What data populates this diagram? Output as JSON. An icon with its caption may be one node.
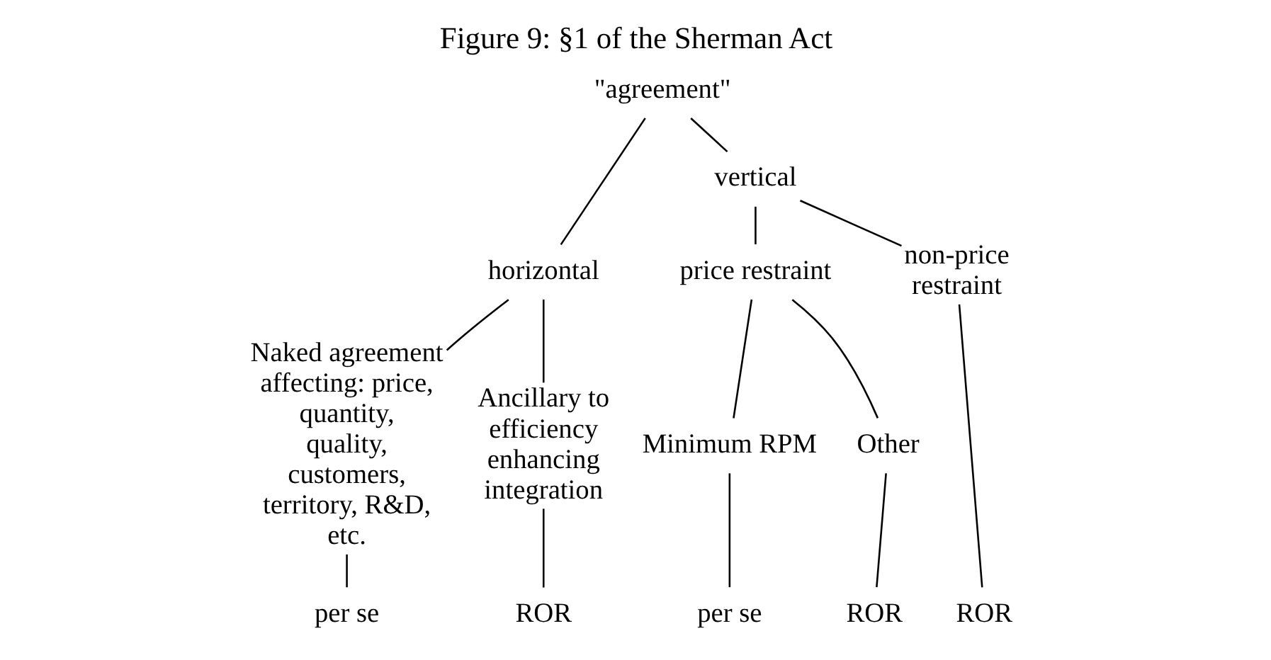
{
  "diagram": {
    "title": "Figure 9: §1 of the Sherman Act",
    "nodes": [
      {
        "text": [
          "\"agreement\""
        ]
      },
      {
        "text": [
          "horizontal"
        ]
      },
      {
        "text": [
          "vertical"
        ]
      },
      {
        "text": [
          "Naked agreement affecting: price, quantity, quality, customers, territory, R&D, etc."
        ]
      },
      {
        "text": [
          "Ancillary to efficiency enhancing integration"
        ]
      },
      {
        "text": [
          "price restraint"
        ]
      },
      {
        "text": [
          "non-price restraint"
        ]
      },
      {
        "text": [
          "Minimum RPM"
        ]
      },
      {
        "text": [
          "Other"
        ]
      },
      {
        "text": [
          "per se"
        ]
      },
      {
        "text": [
          "ROR"
        ]
      },
      {
        "text": [
          "per se"
        ]
      },
      {
        "text": [
          "ROR"
        ]
      },
      {
        "text": [
          "ROR"
        ]
      }
    ],
    "edges": [
      {
        "from": 0,
        "to": 1,
        "arrow": "none"
      },
      {
        "from": 0,
        "to": 2,
        "arrow": "none"
      },
      {
        "from": 1,
        "to": 3,
        "arrow": "none"
      },
      {
        "from": 1,
        "to": 4,
        "arrow": "none"
      },
      {
        "from": 2,
        "to": 5,
        "arrow": "none"
      },
      {
        "from": 2,
        "to": 6,
        "arrow": "none"
      },
      {
        "from": 5,
        "to": 7,
        "arrow": "none"
      },
      {
        "from": 5,
        "to": 8,
        "arrow": "none"
      },
      {
        "from": 3,
        "to": 9,
        "arrow": "none"
      },
      {
        "from": 4,
        "to": 10,
        "arrow": "none"
      },
      {
        "from": 7,
        "to": 11,
        "arrow": "none"
      },
      {
        "from": 8,
        "to": 12,
        "arrow": "none"
      },
      {
        "from": 6,
        "to": 13,
        "arrow": "none"
      }
    ]
  }
}
